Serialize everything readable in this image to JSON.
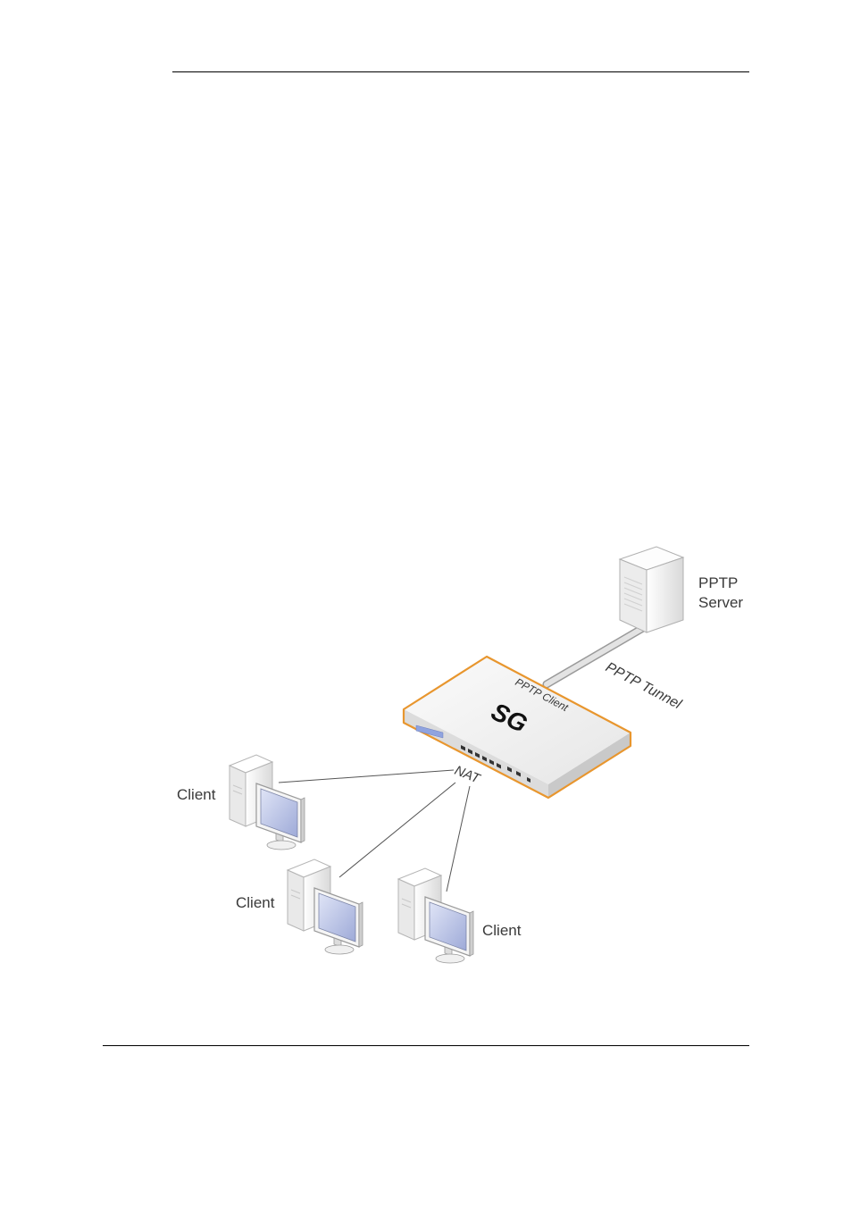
{
  "diagram": {
    "server_label_line1": "PPTP",
    "server_label_line2": "Server",
    "tunnel_label": "PPTP Tunnel",
    "device_sublabel": "PPTP Client",
    "device_label": "SG",
    "nat_label": "NAT",
    "clients": [
      {
        "label": "Client"
      },
      {
        "label": "Client"
      },
      {
        "label": "Client"
      }
    ],
    "colors": {
      "device_outline": "#e8962e",
      "device_body": "#f4f4f4",
      "monitor_screen": "#b9c3e6",
      "tower": "#f2f2f2",
      "link": "#555555"
    }
  }
}
